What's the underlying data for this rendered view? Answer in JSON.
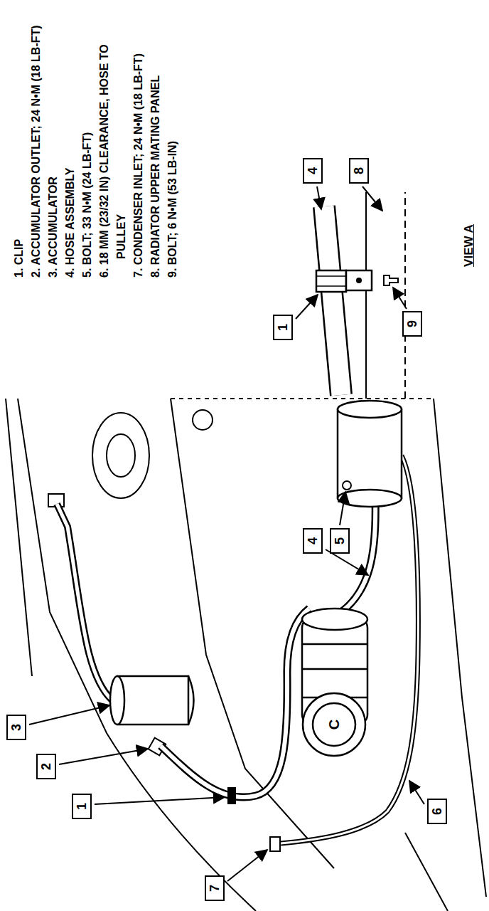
{
  "diagram": {
    "nodes": [
      {
        "text": [
          "3"
        ]
      },
      {
        "text": [
          "2"
        ]
      },
      {
        "text": [
          "1"
        ]
      },
      {
        "text": [
          "7"
        ]
      },
      {
        "text": [
          "6"
        ]
      },
      {
        "text": [
          "4"
        ]
      },
      {
        "text": [
          "5"
        ]
      },
      {
        "text": [
          "4"
        ]
      },
      {
        "text": [
          "8"
        ]
      },
      {
        "text": [
          "1"
        ]
      },
      {
        "text": [
          "9"
        ]
      }
    ],
    "labels": [
      "1. CLIP",
      "2. ACCUMULATOR OUTLET; 24 N•M (18 LB-FT)",
      "3. ACCUMULATOR",
      "4. HOSE ASSEMBLY",
      "5. BOLT; 33 N•M (24 LB-FT)",
      "6. 18 MM (23/32 IN) CLEARANCE, HOSE TO PULLEY",
      "7. CONDENSER INLET; 24 N•M (18 LB-FT)",
      "8. RADIATOR UPPER MATING PANEL",
      "9. BOLT; 6 N•M (53 LB-IN)",
      "VIEW A",
      "C"
    ]
  }
}
